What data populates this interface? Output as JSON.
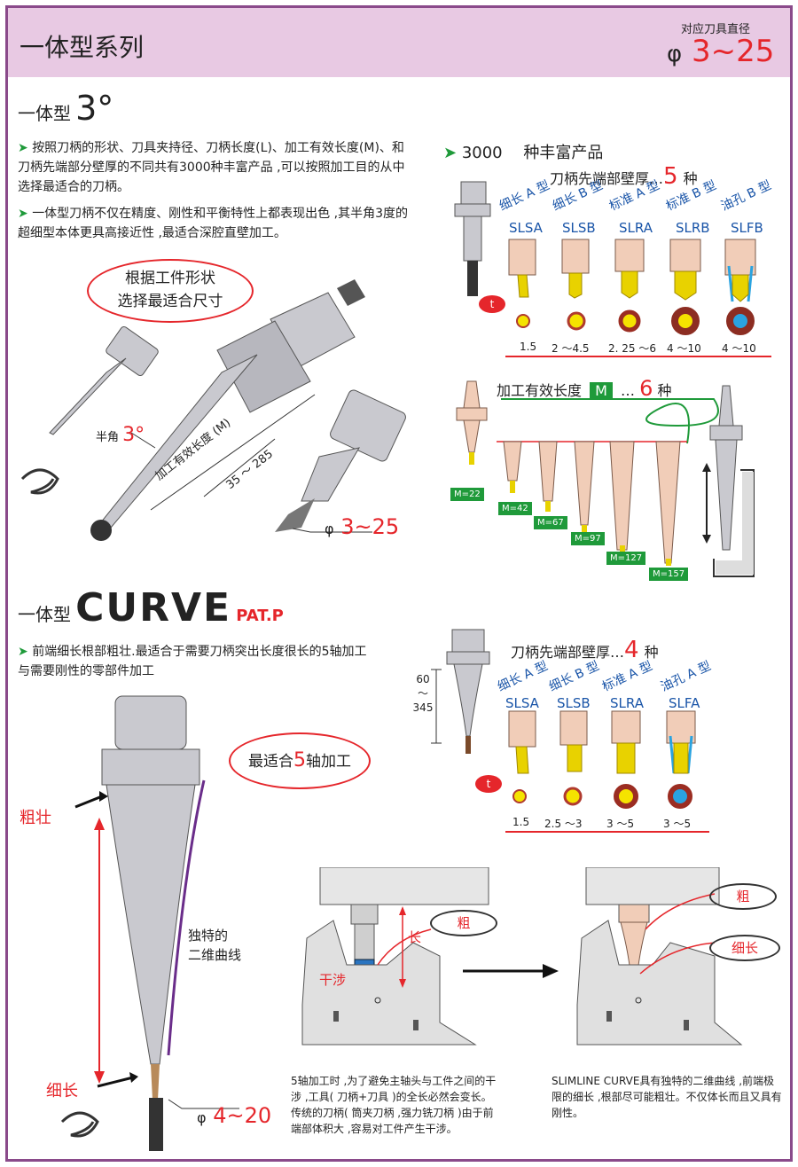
{
  "header": {
    "title": "一体型系列",
    "diameter_label": "对应刀具直径",
    "diameter_symbol": "φ",
    "diameter_range": "3~25"
  },
  "sec3deg": {
    "title_prefix": "一体型",
    "title_big": "3°",
    "bullet1": "按照刀柄的形状、刀具夹持径、刀柄长度(L)、加工有效长度(M)、和刀柄先端部分壁厚的不同共有3000种丰富产品 ,可以按照加工目的从中选择最适合的刀柄。",
    "bullet2": "一体型刀柄不仅在精度、刚性和平衡特性上都表现出色 ,其半角3度的超细型本体更具高接近性 ,最适合深腔直壁加工。",
    "bubble": "根据工件形状\n选择最适合尺寸",
    "half_angle_label": "半角",
    "half_angle_value": "3°",
    "m_label": "加工有效长度 (M)",
    "m_range": "35 ～ 285",
    "dia_symbol": "φ",
    "dia_range": "3~25"
  },
  "products": {
    "title_num": "3000",
    "title_text": "种丰富产品",
    "wall_prefix": "刀柄先端部壁厚…",
    "wall_num": "5",
    "wall_suffix": "种",
    "types": [
      {
        "type": "细长 A 型",
        "code": "SLSA",
        "range": "1.5"
      },
      {
        "type": "细长 B 型",
        "code": "SLSB",
        "range": "2 ～4.5"
      },
      {
        "type": "标准 A 型",
        "code": "SLRA",
        "range": "2. 25 ～6"
      },
      {
        "type": "标准 B 型",
        "code": "SLRB",
        "range": "4 ～10"
      },
      {
        "type": "油孔 B 型",
        "code": "SLFB",
        "range": "4 ～10"
      }
    ],
    "t_label": "t",
    "m_prefix": "加工有效长度",
    "m_box": "M",
    "m_dots": "…",
    "m_num": "6",
    "m_suffix": "种",
    "m_values": [
      "M=22",
      "M=42",
      "M=67",
      "M=97",
      "M=127",
      "M=157"
    ]
  },
  "curve": {
    "title_prefix": "一体型",
    "title_big": "CURVE",
    "pat": "PAT.P",
    "bullet": "前端细长根部粗壮.最适合于需要刀柄突出长度很长的5轴加工与需要刚性的零部件加工",
    "bubble_prefix": "最适合",
    "bubble_num": "5",
    "bubble_suffix": "轴加工",
    "thick_label": "粗壮",
    "thin_label": "细长",
    "curve_label": "独特的\n二维曲线",
    "dia_symbol": "φ",
    "dia_range": "4~20",
    "length_top": "60",
    "length_tilde": "～",
    "length_bottom": "345",
    "wall_prefix": "刀柄先端部壁厚…",
    "wall_num": "4",
    "wall_suffix": "种",
    "types": [
      {
        "type": "细长 A 型",
        "code": "SLSA",
        "range": "1.5"
      },
      {
        "type": "细长 B 型",
        "code": "SLSB",
        "range": "2.5 ～3"
      },
      {
        "type": "标准 A 型",
        "code": "SLRA",
        "range": "3 ～5"
      },
      {
        "type": "油孔 A 型",
        "code": "SLFA",
        "range": "3 ～5"
      }
    ],
    "t_label": "t"
  },
  "machining": {
    "left_thick": "粗",
    "left_long": "长",
    "left_interfere": "干涉",
    "right_thick": "粗",
    "right_thin": "细长",
    "left_caption": "5轴加工时 ,为了避免主轴头与工件之间的干涉 ,工具( 刀柄+刀具 )的全长必然会变长。传统的刀柄( 筒夹刀柄 ,强力铣刀柄 )由于前端部体积大 ,容易对工件产生干涉。",
    "right_caption": "SLIMLINE CURVE具有独特的二维曲线 ,前端极限的细长 ,根部尽可能粗壮。不仅体长而且又具有刚性。"
  },
  "colors": {
    "accent_red": "#e5262b",
    "header_bg": "#e8c9e3",
    "frame": "#8a4a8a",
    "green": "#1f9a3a",
    "blue": "#1a55a8"
  }
}
